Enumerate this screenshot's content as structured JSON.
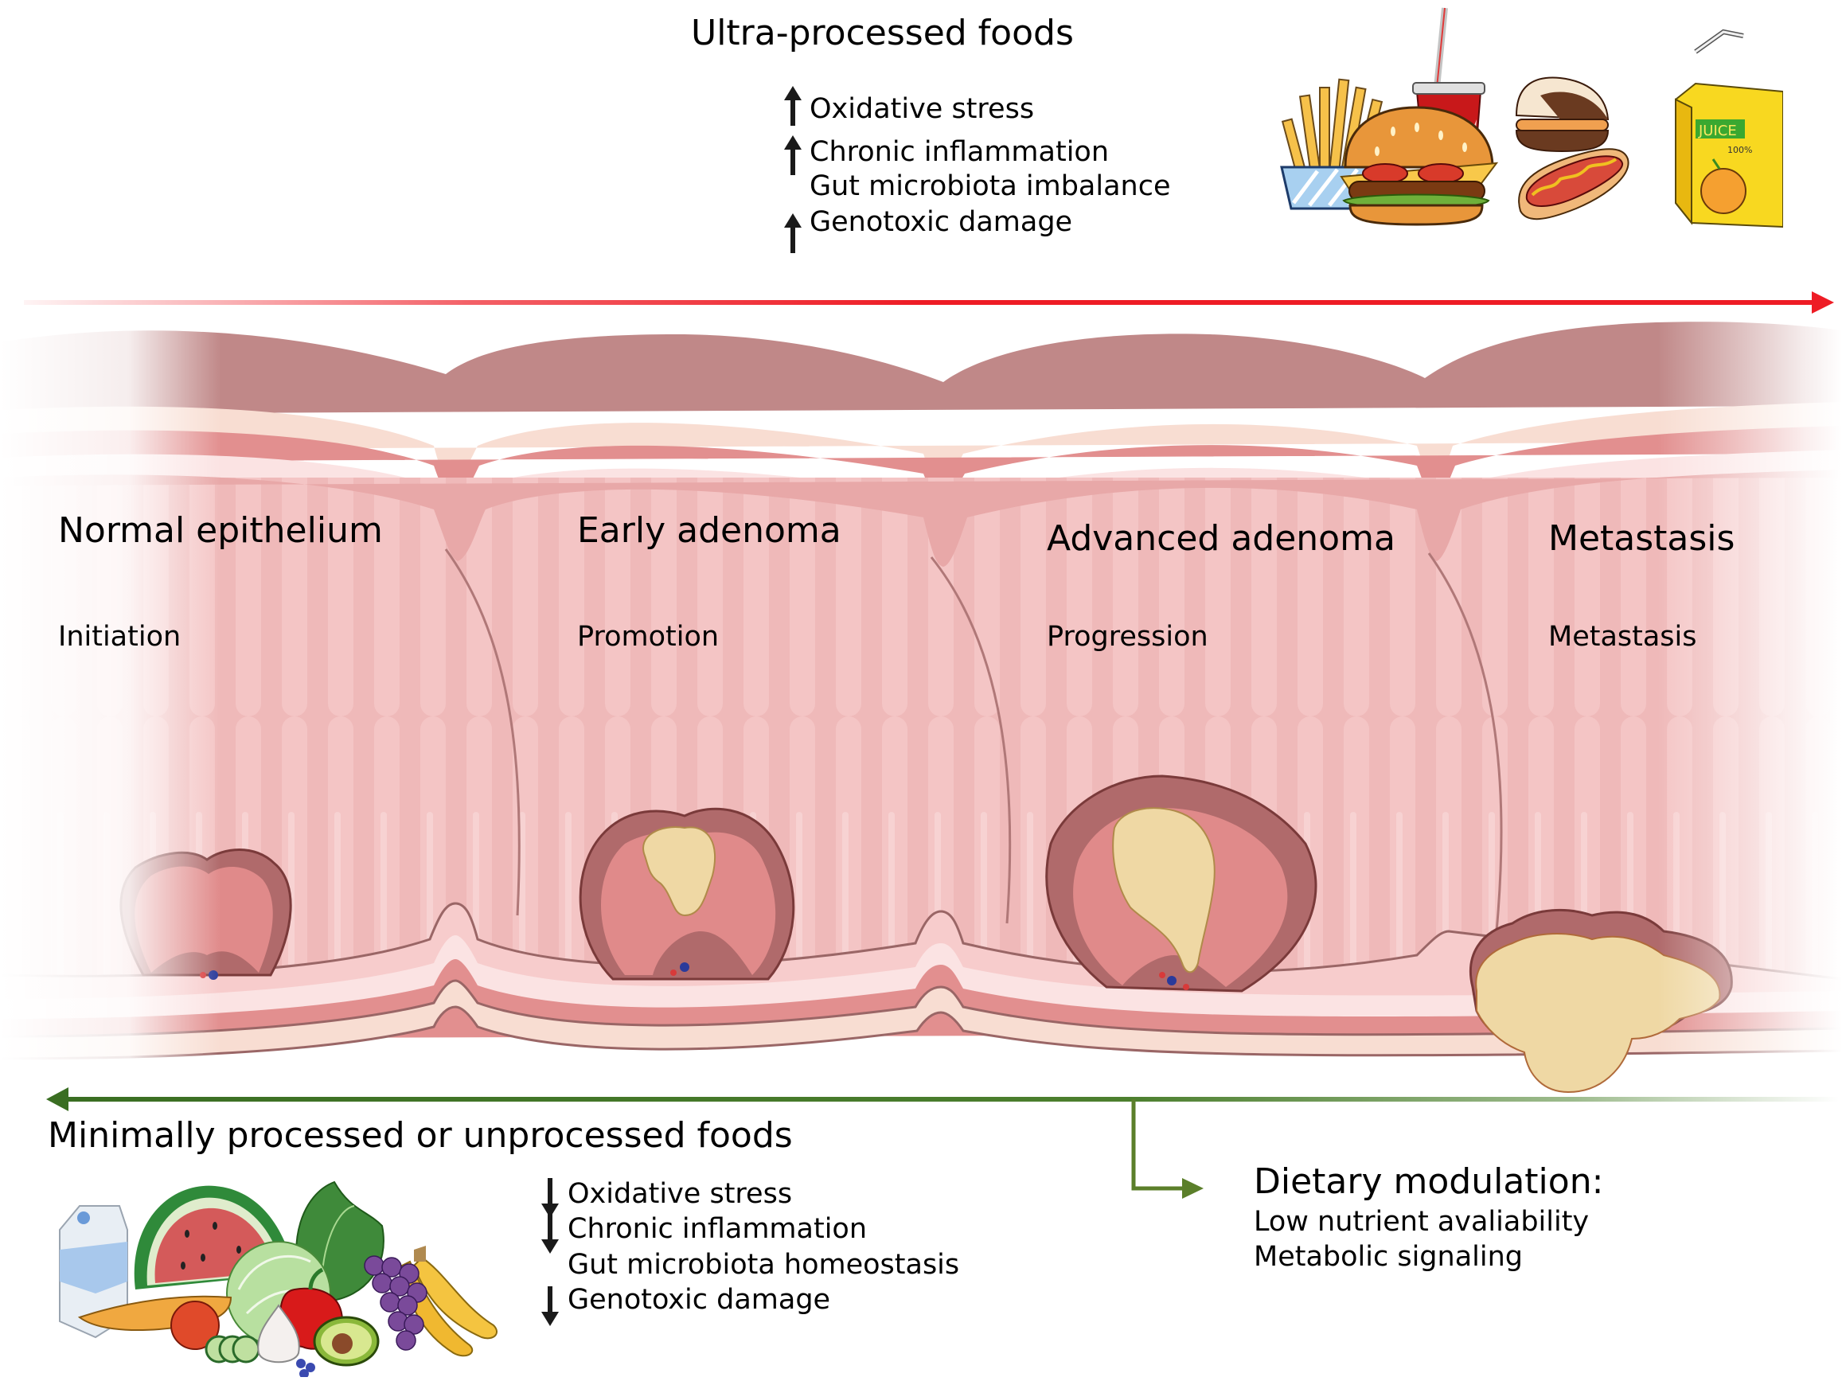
{
  "colors": {
    "harmful_arrow": "#ee1c25",
    "protective_arrow": "#3f7a26",
    "modulation_arrow": "#5b7f2a",
    "serosa": "#c08585",
    "mucosa": "#e8aaa9",
    "tumor": "#efd8a4",
    "polyp_rim": "#b06a6b"
  },
  "top": {
    "title": "Ultra-processed foods",
    "effects": [
      {
        "direction": "up",
        "label": "Oxidative stress"
      },
      {
        "direction": "up",
        "label": "Chronic inflammation"
      },
      {
        "direction": "none",
        "label": "Gut microbiota imbalance"
      },
      {
        "direction": "up",
        "label": "Genotoxic damage"
      }
    ],
    "illustration": "fast-food-illustration",
    "juice_label": "JUICE",
    "juice_percent": "100%"
  },
  "stages": [
    {
      "title": "Normal epithelium",
      "phase": "Initiation"
    },
    {
      "title": "Early adenoma",
      "phase": "Promotion"
    },
    {
      "title": "Advanced adenoma",
      "phase": "Progression"
    },
    {
      "title": "Metastasis",
      "phase": "Metastasis"
    }
  ],
  "bottom": {
    "title": "Minimally processed or unprocessed foods",
    "effects": [
      {
        "direction": "down",
        "label": "Oxidative stress"
      },
      {
        "direction": "down",
        "label": "Chronic inflammation"
      },
      {
        "direction": "none",
        "label": "Gut microbiota homeostasis"
      },
      {
        "direction": "down",
        "label": "Genotoxic damage"
      }
    ],
    "illustration": "whole-foods-illustration"
  },
  "modulation": {
    "title": "Dietary modulation:",
    "items": [
      "Low nutrient avaliability",
      "Metabolic signaling"
    ]
  }
}
